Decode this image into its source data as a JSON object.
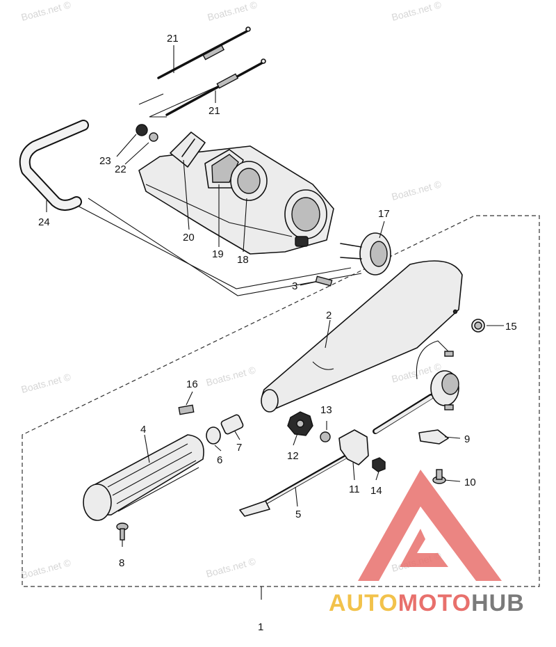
{
  "watermark_text": "Boats.net ©",
  "brand": {
    "part1": "AUTO",
    "part2": "MOTO",
    "part3": "HUB",
    "color1": "#f2c24b",
    "color2": "#e8706c",
    "color3": "#7a7a7a",
    "logo_color": "#e8706c"
  },
  "callouts": {
    "p1": "1",
    "p2": "2",
    "p3": "3",
    "p4": "4",
    "p5": "5",
    "p6": "6",
    "p7": "7",
    "p8": "8",
    "p9": "9",
    "p10": "10",
    "p11": "11",
    "p12": "12",
    "p13": "13",
    "p14": "14",
    "p15": "15",
    "p16": "16",
    "p17": "17",
    "p18": "18",
    "p19": "19",
    "p20": "20",
    "p21a": "21",
    "p21b": "21",
    "p22": "22",
    "p23": "23",
    "p24": "24"
  }
}
